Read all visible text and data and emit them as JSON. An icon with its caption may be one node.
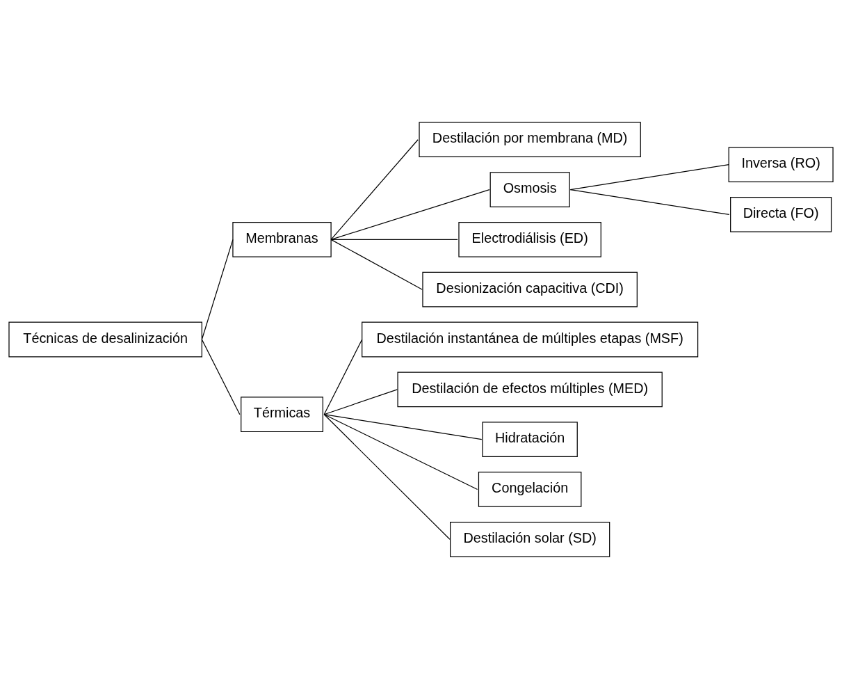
{
  "diagram": {
    "nodes": [
      {
        "text": [
          "Técnicas de desalinización"
        ]
      },
      {
        "text": [
          "Membranas"
        ]
      },
      {
        "text": [
          "Destilación por membrana (MD)"
        ]
      },
      {
        "text": [
          "Osmosis"
        ]
      },
      {
        "text": [
          "Inversa (RO)"
        ]
      },
      {
        "text": [
          "Directa (FO)"
        ]
      },
      {
        "text": [
          "Electrodiálisis (ED)"
        ]
      },
      {
        "text": [
          "Desionización capacitiva (CDI)"
        ]
      },
      {
        "text": [
          "Térmicas"
        ]
      },
      {
        "text": [
          "Destilación instantánea de múltiples etapas (MSF)"
        ]
      },
      {
        "text": [
          "Destilación de efectos múltiples (MED)"
        ]
      },
      {
        "text": [
          "Hidratación"
        ]
      },
      {
        "text": [
          "Congelación"
        ]
      },
      {
        "text": [
          "Destilación solar (SD)"
        ]
      }
    ],
    "edges": [
      {
        "from": 0,
        "to": 1,
        "arrow": "none"
      },
      {
        "from": 0,
        "to": 8,
        "arrow": "none"
      },
      {
        "from": 1,
        "to": 2,
        "arrow": "none"
      },
      {
        "from": 1,
        "to": 3,
        "arrow": "none"
      },
      {
        "from": 3,
        "to": 4,
        "arrow": "none"
      },
      {
        "from": 3,
        "to": 5,
        "arrow": "none"
      },
      {
        "from": 1,
        "to": 6,
        "arrow": "none"
      },
      {
        "from": 1,
        "to": 7,
        "arrow": "none"
      },
      {
        "from": 8,
        "to": 9,
        "arrow": "none"
      },
      {
        "from": 8,
        "to": 10,
        "arrow": "none"
      },
      {
        "from": 8,
        "to": 11,
        "arrow": "none"
      },
      {
        "from": 8,
        "to": 12,
        "arrow": "none"
      },
      {
        "from": 8,
        "to": 13,
        "arrow": "none"
      }
    ]
  }
}
